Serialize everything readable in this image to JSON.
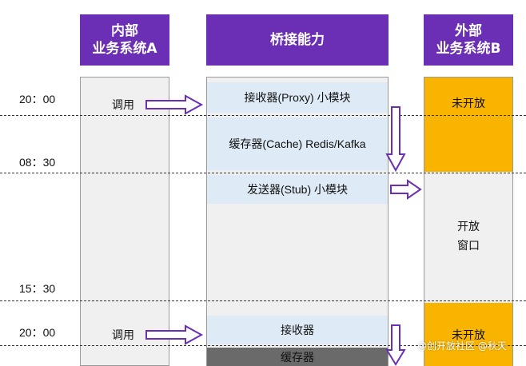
{
  "headers": {
    "internal": "内部\n业务系统A",
    "bridge": "桥接能力",
    "external": "外部\n业务系统B"
  },
  "times": [
    "20：00",
    "08：30",
    "15：30",
    "20：00"
  ],
  "internal_column": {
    "call_label_1": "调用",
    "call_label_2": "调用"
  },
  "bridge_column": {
    "proxy": "接收器(Proxy) 小模块",
    "cache": "缓存器(Cache) Redis/Kafka",
    "stub": "发送器(Stub) 小模块",
    "receiver": "接收器",
    "buffer": "缓存器"
  },
  "external_column": {
    "closed_1": "未开放",
    "open_window": "开放\n窗口",
    "closed_2": "未开放"
  },
  "watermark": "@创开放社区 @秋天",
  "colors": {
    "header_purple": "#6a2fb5",
    "light_blue": "#deeaf5",
    "orange": "#f9b400",
    "arrow_purple": "#6a2fb5"
  }
}
